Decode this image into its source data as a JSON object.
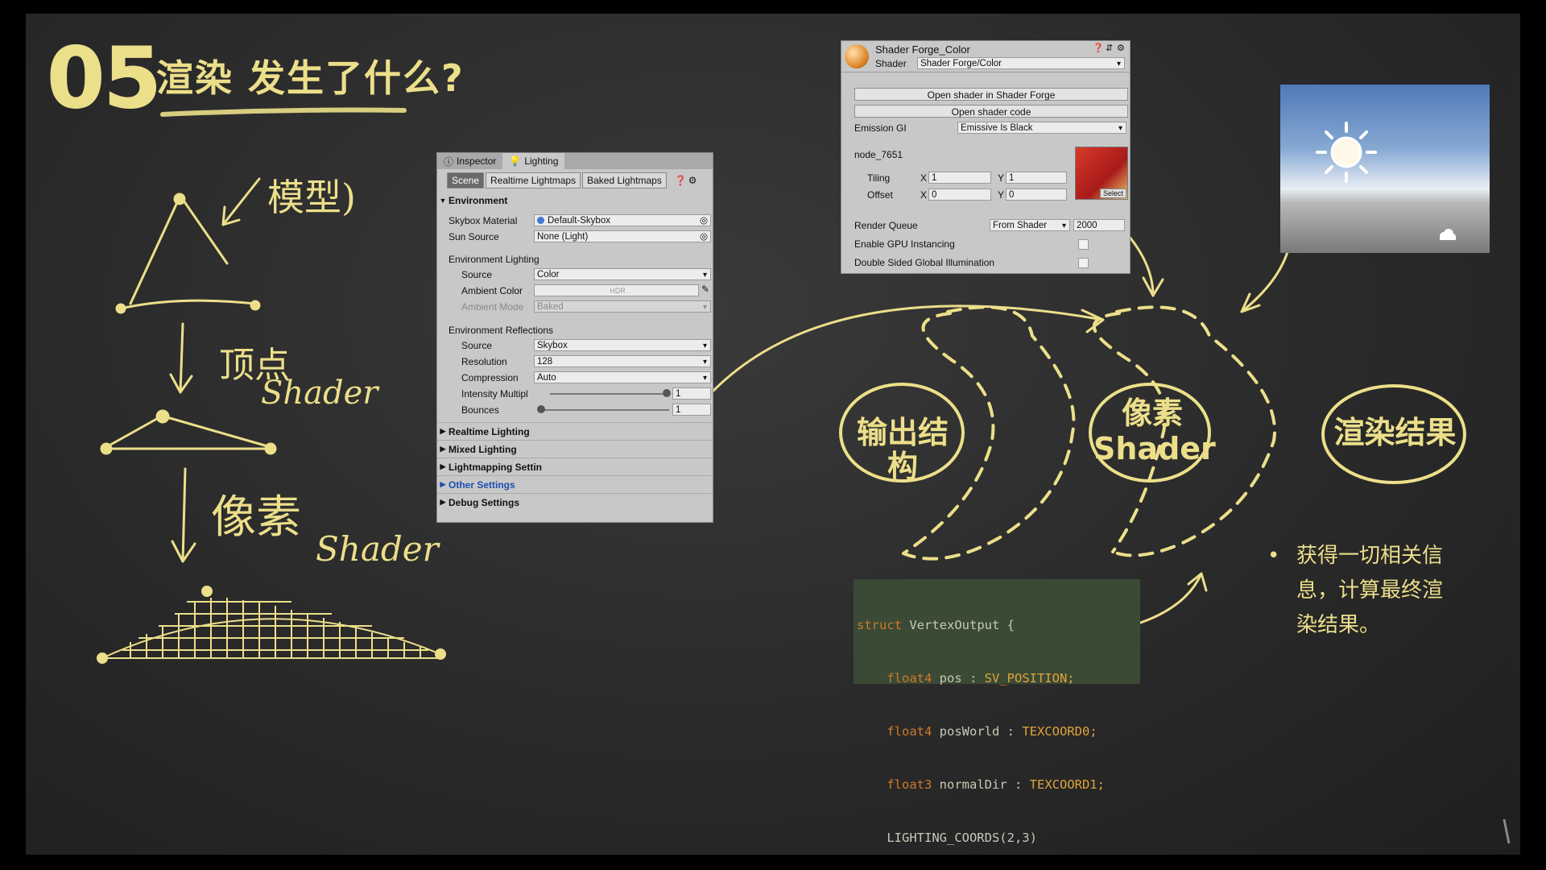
{
  "slide": {
    "number": "05",
    "title": "渲染 发生了什么?"
  },
  "chalk_labels": {
    "model": "模型)",
    "vertex_zh": "顶点",
    "vertex_en": "Shader",
    "pixel_zh": "像素",
    "pixel_en": "Shader"
  },
  "lighting_panel": {
    "tabs": [
      "Inspector",
      "Lighting"
    ],
    "sub_tabs": [
      "Scene",
      "Realtime Lightmaps",
      "Baked Lightmaps"
    ],
    "environment_header": "Environment",
    "skybox_label": "Skybox Material",
    "skybox_value": "Default-Skybox",
    "sun_label": "Sun Source",
    "sun_value": "None (Light)",
    "env_lighting": "Environment Lighting",
    "source_label": "Source",
    "source_value": "Color",
    "ambient_color_label": "Ambient Color",
    "ambient_color_value": "HDR",
    "ambient_mode_label": "Ambient Mode",
    "ambient_mode_value": "Baked",
    "env_reflections": "Environment Reflections",
    "refl_source_label": "Source",
    "refl_source_value": "Skybox",
    "resolution_label": "Resolution",
    "resolution_value": "128",
    "compression_label": "Compression",
    "compression_value": "Auto",
    "intensity_label": "Intensity Multipl",
    "intensity_value": "1",
    "bounces_label": "Bounces",
    "bounces_value": "1",
    "sections": [
      "Realtime Lighting",
      "Mixed Lighting",
      "Lightmapping Settin",
      "Other Settings",
      "Debug Settings"
    ]
  },
  "material_panel": {
    "title": "Shader Forge_Color",
    "shader_label": "Shader",
    "shader_value": "Shader Forge/Color",
    "open_sf": "Open shader in Shader Forge",
    "open_code": "Open shader code",
    "emission_label": "Emission GI",
    "emission_value": "Emissive Is Black",
    "node": "node_7651",
    "tiling_label": "Tiling",
    "offset_label": "Offset",
    "x": "X",
    "y": "Y",
    "tiling_x": "1",
    "tiling_y": "1",
    "offset_x": "0",
    "offset_y": "0",
    "select": "Select",
    "render_queue_label": "Render Queue",
    "render_queue_mode": "From Shader",
    "render_queue_value": "2000",
    "gpu_instancing": "Enable GPU Instancing",
    "double_sided_gi": "Double Sided Global Illumination"
  },
  "flow": {
    "output_struct": "输出结构",
    "pixel_zh": "像素",
    "pixel_en": "Shader",
    "result": "渲染结果"
  },
  "code_lines": [
    {
      "t": "struct",
      "rest": " VertexOutput {"
    },
    {
      "t": "    float4",
      "rest": " pos : ",
      "sem": "SV_POSITION;"
    },
    {
      "t": "    float4",
      "rest": " posWorld : ",
      "sem": "TEXCOORD0;"
    },
    {
      "t": "    float3",
      "rest": " normalDir : ",
      "sem": "TEXCOORD1;"
    },
    {
      "t": "",
      "rest": "    LIGHTING_COORDS(2,3)",
      "sem": ""
    },
    {
      "t": "",
      "rest": "};",
      "sem": ""
    }
  ],
  "bullet": {
    "mark": "•",
    "text_lines": [
      "获得一切相关信",
      "息，计算最终渲",
      "染结果。"
    ]
  },
  "colors": {
    "chalk": "#ecdf8a",
    "board": "#2a2a2a",
    "code_bg": "#3a4a35"
  }
}
